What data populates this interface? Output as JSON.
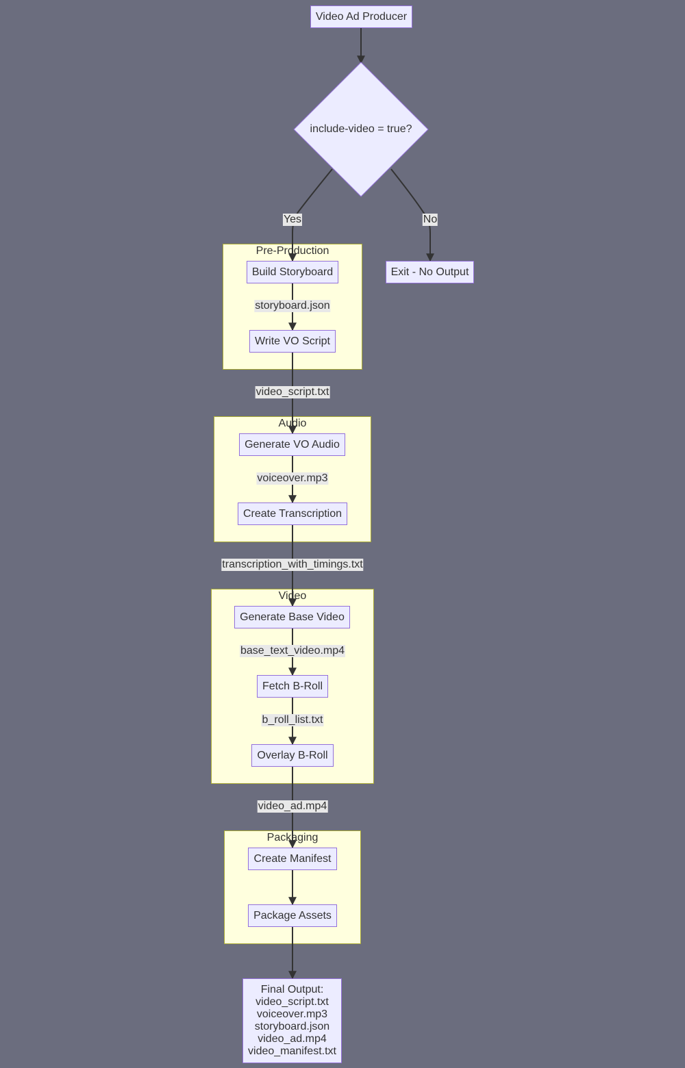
{
  "nodes": {
    "start": "Video Ad Producer",
    "decision": "include-video = true?",
    "exit": "Exit - No Output",
    "build_storyboard": "Build Storyboard",
    "write_vo": "Write VO Script",
    "gen_vo_audio": "Generate VO Audio",
    "create_transcription": "Create Transcription",
    "gen_base_video": "Generate Base Video",
    "fetch_broll": "Fetch B-Roll",
    "overlay_broll": "Overlay B-Roll",
    "create_manifest": "Create Manifest",
    "package_assets": "Package Assets",
    "final_output": [
      "Final Output:",
      "video_script.txt",
      "voiceover.mp3",
      "storyboard.json",
      "video_ad.mp4",
      "video_manifest.txt"
    ]
  },
  "groups": {
    "preprod": "Pre-Production",
    "audio": "Audio",
    "video": "Video",
    "packaging": "Packaging"
  },
  "edge_labels": {
    "yes": "Yes",
    "no": "No",
    "storyboard_json": "storyboard.json",
    "video_script_txt": "video_script.txt",
    "voiceover_mp3": "voiceover.mp3",
    "transcription_txt": "transcription_with_timings.txt",
    "base_text_video": "base_text_video.mp4",
    "b_roll_list": "b_roll_list.txt",
    "video_ad_mp4": "video_ad.mp4"
  }
}
